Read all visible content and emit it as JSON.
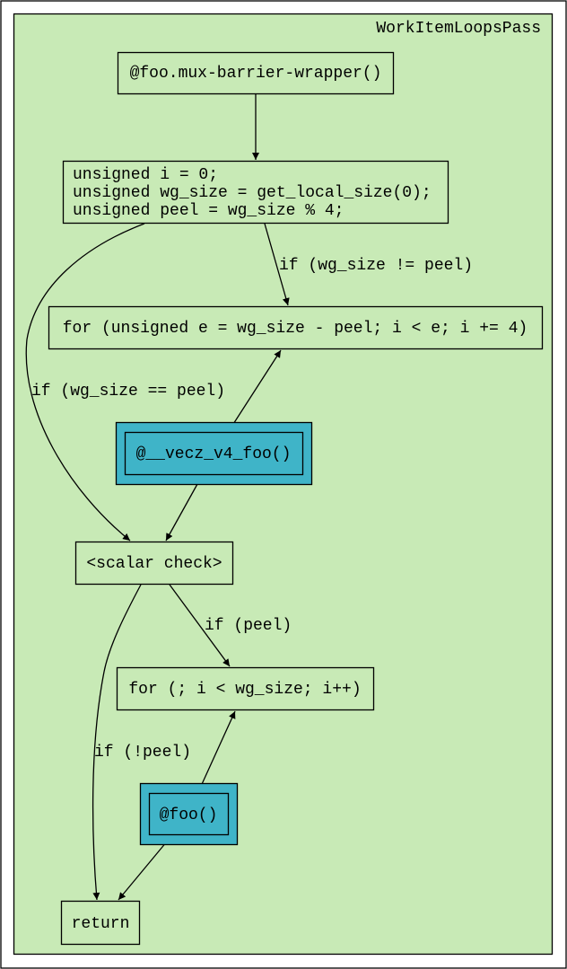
{
  "colors": {
    "cluster_fill": "#c8eab6",
    "node_fill": "#c8eab6",
    "call_fill": "#3fb4c8",
    "stroke": "#000000"
  },
  "cluster": {
    "label": "WorkItemLoopsPass"
  },
  "nodes": {
    "wrapper": {
      "label": "@foo.mux-barrier-wrapper()"
    },
    "init": {
      "lines": [
        "unsigned i = 0;",
        "unsigned wg_size = get_local_size(0);",
        "unsigned peel = wg_size % 4;"
      ]
    },
    "vec_loop": {
      "label": "for (unsigned e = wg_size - peel; i < e; i += 4)"
    },
    "vec_call": {
      "label": "@__vecz_v4_foo()"
    },
    "scalar_check": {
      "label": "<scalar check>"
    },
    "scalar_loop": {
      "label": "for (; i < wg_size; i++)"
    },
    "scalar_call": {
      "label": "@foo()"
    },
    "ret": {
      "label": "return"
    }
  },
  "edges": {
    "wg_ne_peel": "if (wg_size != peel)",
    "wg_eq_peel": "if (wg_size == peel)",
    "if_peel": "if (peel)",
    "if_not_peel": "if (!peel)"
  }
}
